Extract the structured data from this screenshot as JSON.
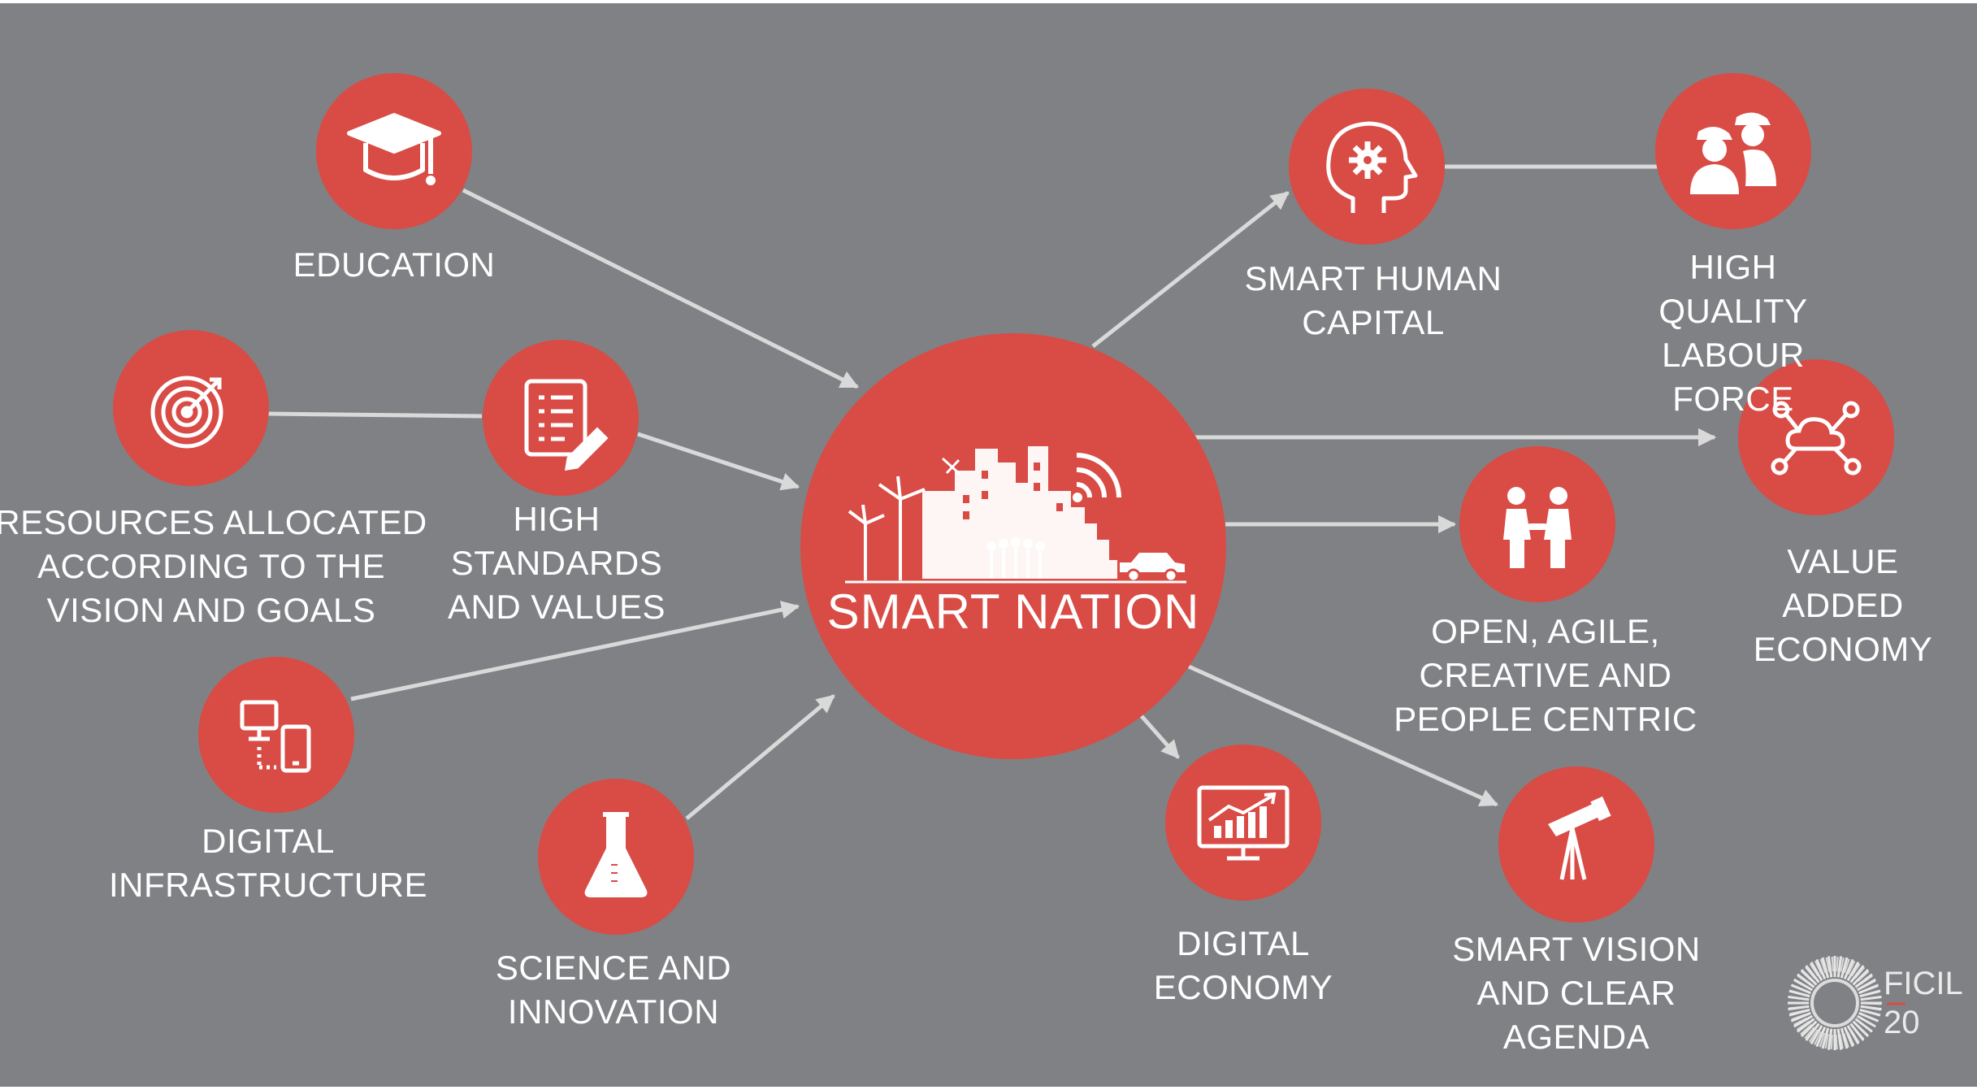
{
  "colors": {
    "background": "#808184",
    "node_fill": "#d94b45",
    "connector": "#d9d9d9",
    "text": "#ffffff"
  },
  "center": {
    "title": "SMART NATION",
    "icon": "city-skyline-icon"
  },
  "nodes": {
    "education": {
      "label": "EDUCATION",
      "icon": "graduation-cap-icon"
    },
    "resources": {
      "label": "RESOURCES ALLOCATED\nACCORDING TO THE\nVISION AND GOALS",
      "icon": "target-icon"
    },
    "standards": {
      "label": "HIGH\nSTANDARDS\nAND VALUES",
      "icon": "checklist-icon"
    },
    "digital_infrastructure": {
      "label": "DIGITAL\nINFRASTRUCTURE",
      "icon": "devices-network-icon"
    },
    "science": {
      "label": "SCIENCE AND\nINNOVATION",
      "icon": "flask-icon"
    },
    "human_capital": {
      "label": "SMART HUMAN\nCAPITAL",
      "icon": "head-gear-icon"
    },
    "labour_force": {
      "label": "HIGH QUALITY\nLABOUR FORCE",
      "icon": "workers-icon"
    },
    "value_added": {
      "label": "VALUE ADDED\nECONOMY",
      "icon": "cloud-network-icon"
    },
    "open_agile": {
      "label": "OPEN, AGILE,\nCREATIVE AND\nPEOPLE CENTRIC",
      "icon": "handshake-people-icon"
    },
    "digital_economy": {
      "label": "DIGITAL\nECONOMY",
      "icon": "monitor-chart-icon"
    },
    "smart_vision": {
      "label": "SMART VISION\nAND CLEAR\nAGENDA",
      "icon": "telescope-icon"
    }
  },
  "logo": {
    "line1": "FICIL",
    "line2": "20"
  }
}
